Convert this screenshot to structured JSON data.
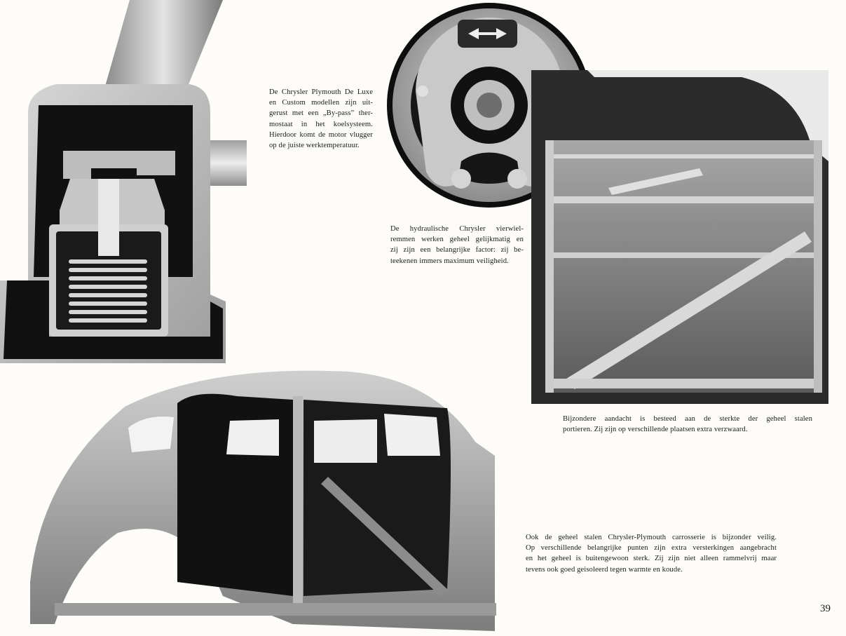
{
  "captions": {
    "thermostat": [
      "De Chrysler Plymouth De Luxe",
      "en Custom modellen zijn uit-",
      "gerust met een „By-pass” ther-",
      "mostaat in het koelsysteem.",
      "Hierdoor komt de motor vlugger",
      "op de juiste werktemperatuur."
    ],
    "brakes": [
      "De hydraulische Chrysler vierwiel-",
      "remmen werken geheel gelijkmatig en",
      "zij zijn een belangrijke factor: zij be-",
      "teekenen immers maximum veiligheid."
    ],
    "doors": [
      "Bijzondere aandacht is besteed aan de sterkte der geheel stalen",
      "portieren. Zij zijn op verschillende plaatsen extra verzwaard."
    ],
    "body": [
      "Ook de geheel stalen Chrysler-Plymouth carrosserie is bijzonder veilig.",
      "Op verschillende belangrijke punten zijn extra versterkingen aangebracht",
      "en het geheel is buitengewoon sterk. Zij zijn niet alleen rammelvrij maar",
      "tevens ook goed geisoleerd tegen warmte en koude."
    ]
  },
  "page_number": "39"
}
